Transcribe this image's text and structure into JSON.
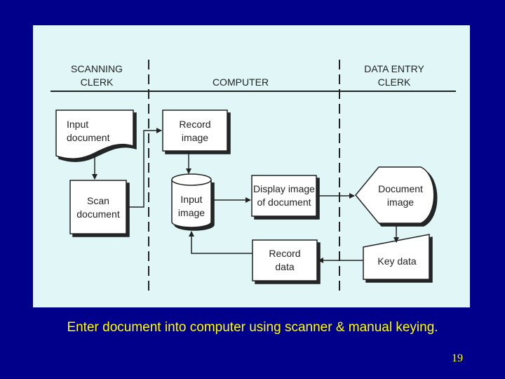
{
  "lanes": {
    "scanning_clerk": [
      "SCANNING",
      "CLERK"
    ],
    "computer": "COMPUTER",
    "data_entry_clerk": [
      "DATA ENTRY",
      "CLERK"
    ]
  },
  "nodes": {
    "input_document": [
      "Input",
      "document"
    ],
    "scan_document": [
      "Scan",
      "document"
    ],
    "record_image": [
      "Record",
      "image"
    ],
    "input_image": [
      "Input",
      "image"
    ],
    "display_image": [
      "Display image",
      "of document"
    ],
    "record_data": [
      "Record",
      "data"
    ],
    "document_image": [
      "Document",
      "image"
    ],
    "key_data": "Key data"
  },
  "caption": "Enter document into computer using scanner & manual keying.",
  "page_number": "19",
  "colors": {
    "background": "#00008b",
    "panel": "#e0f6f7",
    "caption": "#ffff00",
    "line": "#222222"
  }
}
